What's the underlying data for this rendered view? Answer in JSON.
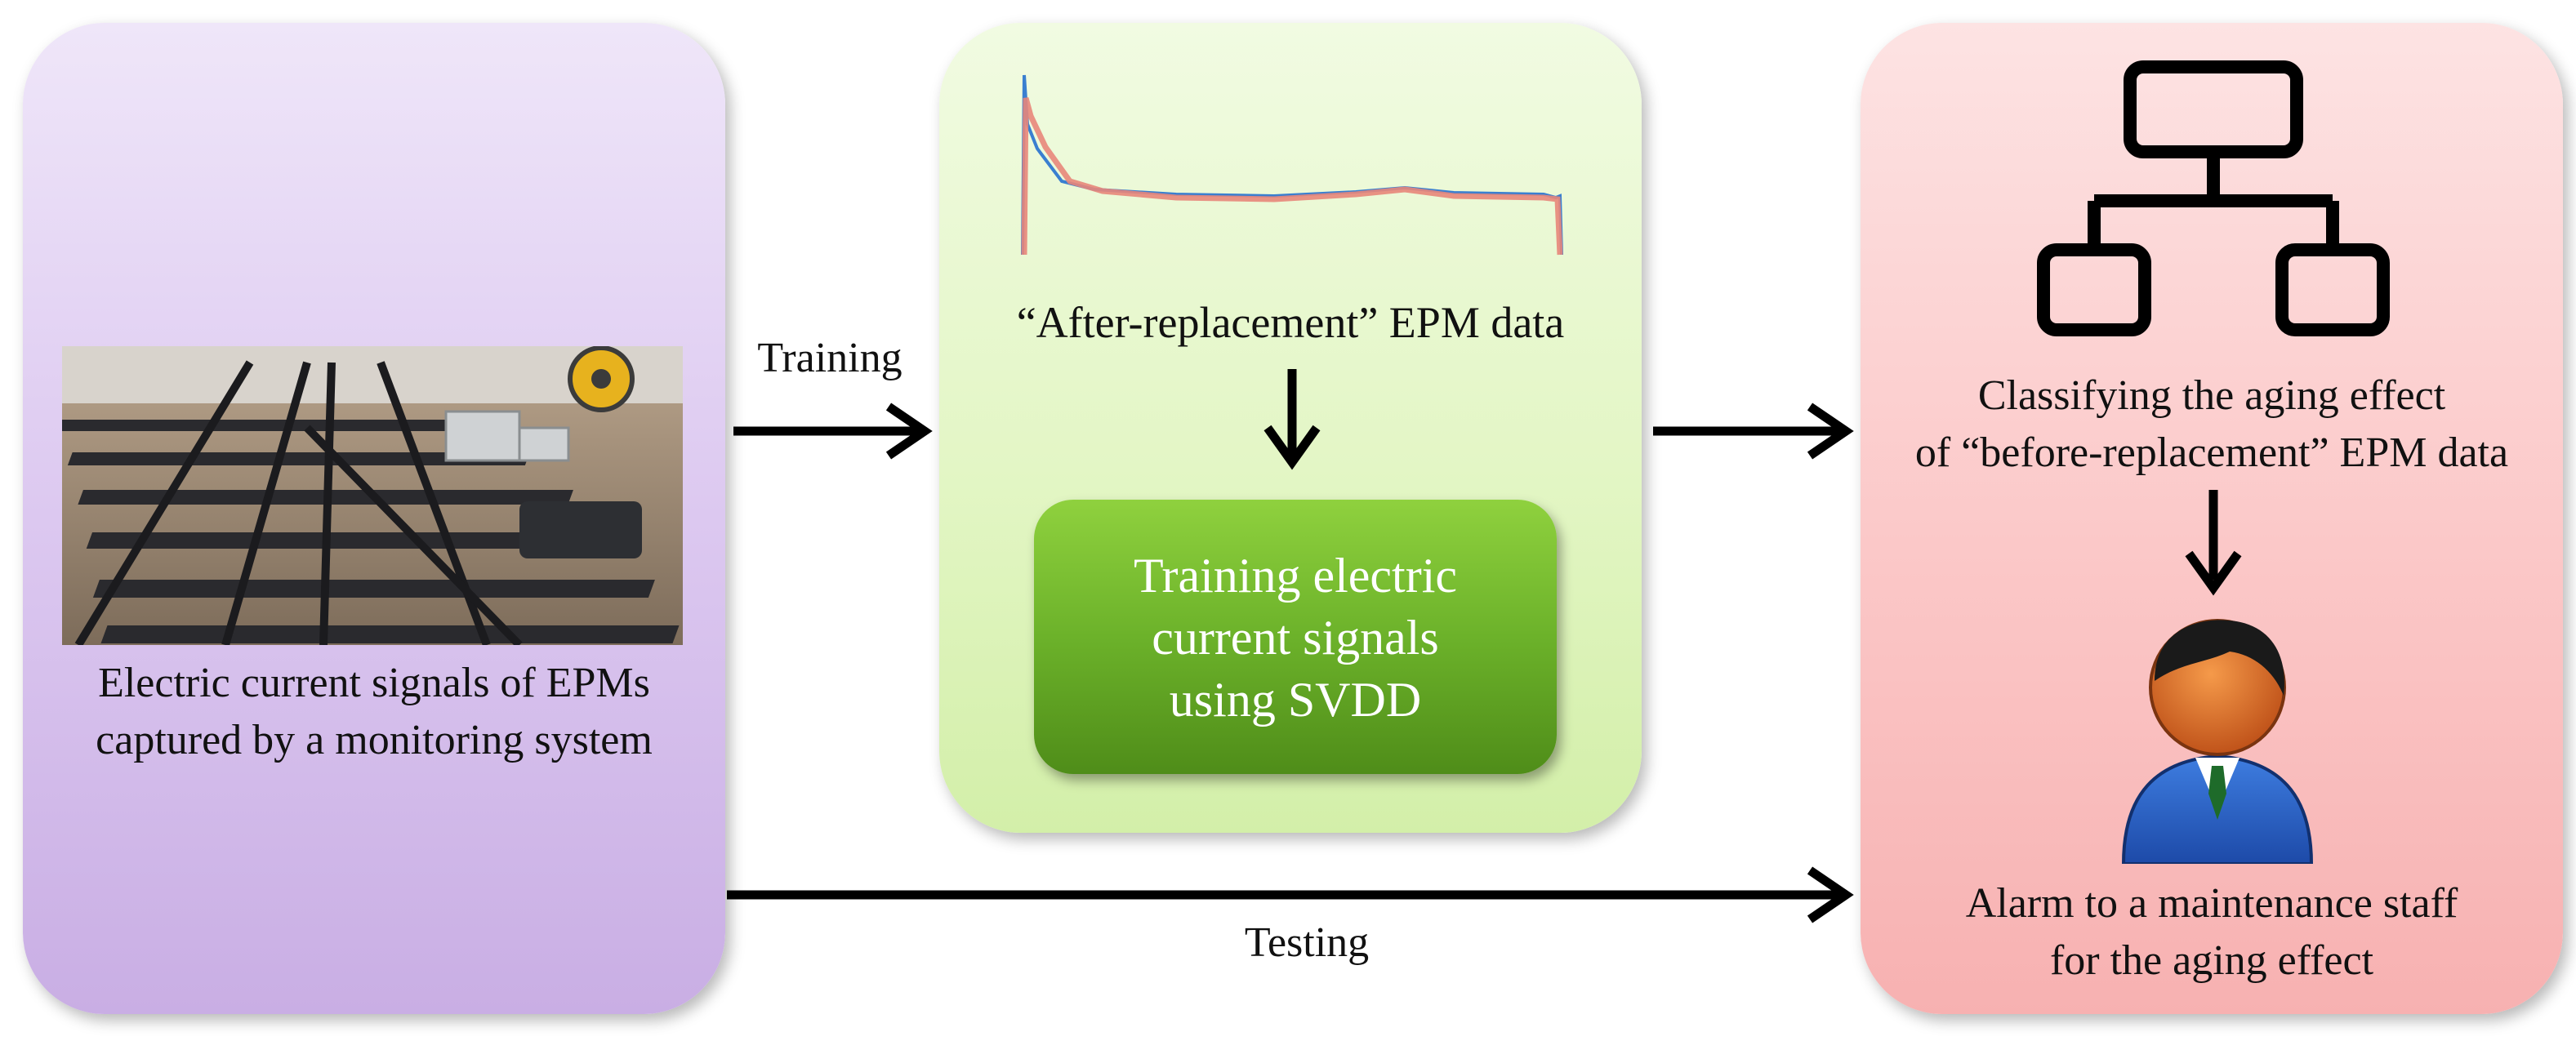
{
  "left_panel": {
    "caption_line1": "Electric current signals of EPMs",
    "caption_line2": "captured by a monitoring system"
  },
  "middle_panel": {
    "caption": "“After-replacement” EPM data",
    "svdd_box": "Training electric\ncurrent signals\nusing SVDD"
  },
  "right_panel": {
    "classify_line1": "Classifying the aging effect",
    "classify_line2": "of “before-replacement” EPM data",
    "alarm_line1": "Alarm to a maintenance staff",
    "alarm_line2": "for the aging effect"
  },
  "edges": {
    "training": "Training",
    "testing": "Testing"
  },
  "colors": {
    "left_panel": "#dcc8f0",
    "middle_panel": "#e3f6c5",
    "right_panel": "#fbc7c7",
    "svdd_box": "#6cb22a",
    "signal_series": [
      "#3a7fd0",
      "#e8867a"
    ]
  }
}
